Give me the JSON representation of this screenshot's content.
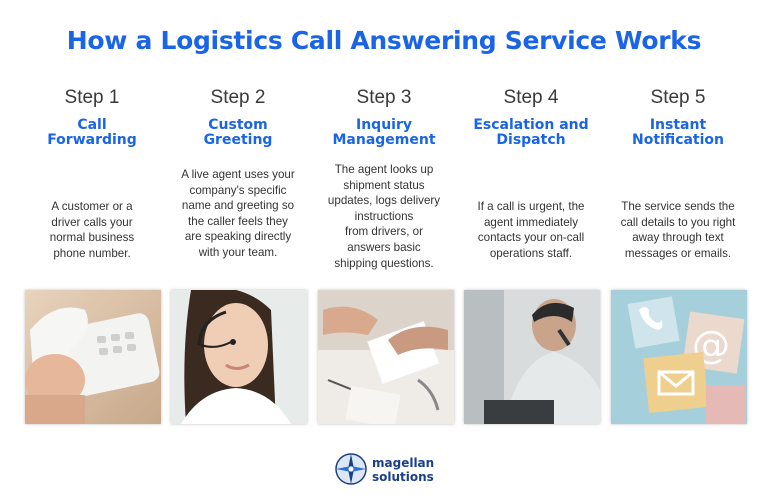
{
  "title": "How a Logistics Call Answering Service Works",
  "steps": [
    {
      "step": "Step 1",
      "heading_line1": "Call",
      "heading_line2": "Forwarding",
      "description": [
        "A customer or a",
        "driver calls your",
        "normal business",
        "phone number."
      ]
    },
    {
      "step": "Step 2",
      "heading_line1": "Custom",
      "heading_line2": "Greeting",
      "description": [
        "A live agent uses your",
        "company's specific",
        "name and greeting so",
        "the caller feels they",
        "are speaking directly",
        "with your team."
      ]
    },
    {
      "step": "Step 3",
      "heading_line1": "Inquiry",
      "heading_line2": "Management",
      "description": [
        "The agent looks up",
        "shipment status",
        "updates, logs delivery",
        "instructions",
        "from drivers, or",
        "answers basic",
        "shipping questions."
      ]
    },
    {
      "step": "Step 4",
      "heading_line1": "Escalation and",
      "heading_line2": "Dispatch",
      "description": [
        "If a call is urgent, the",
        "agent immediately",
        "contacts your on-call",
        "operations staff."
      ]
    },
    {
      "step": "Step 5",
      "heading_line1": "Instant",
      "heading_line2": "Notification",
      "description": [
        "The service sends the",
        "call details to you right",
        "away through text",
        "messages or emails."
      ]
    }
  ],
  "photos": [
    "telephone-photo",
    "headset-agent-photo",
    "meeting-hands-photo",
    "phone-call-agent-photo",
    "notification-icons-photo"
  ],
  "logo": {
    "line1": "magellan",
    "line2": "solutions"
  },
  "colors": {
    "accent": "#1a64e6",
    "text": "#333333",
    "logo": "#1a3f8a"
  }
}
